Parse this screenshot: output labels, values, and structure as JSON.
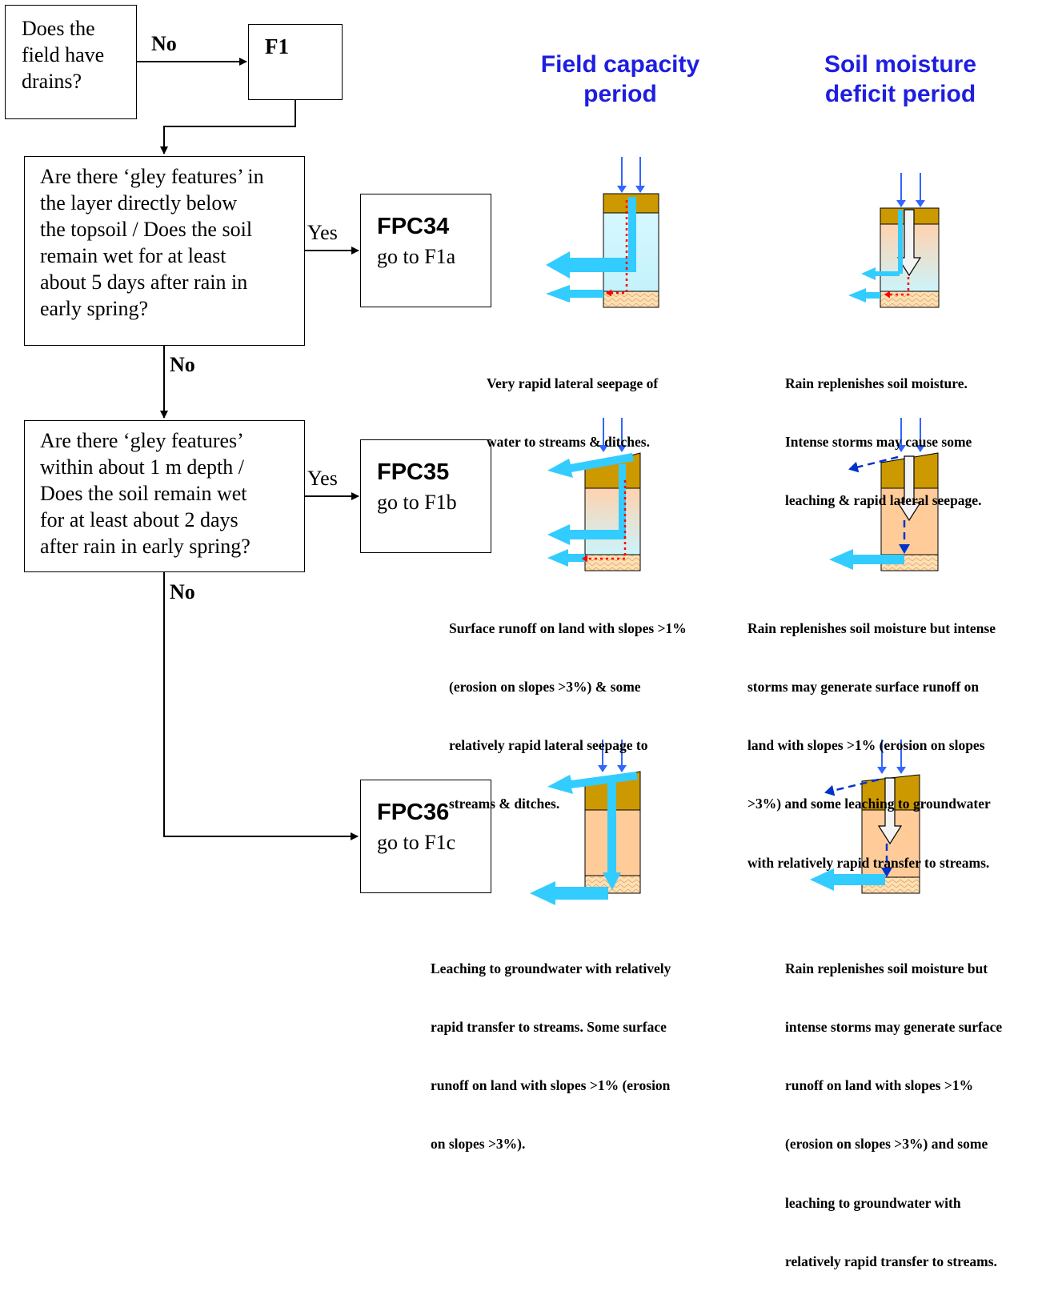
{
  "flow": {
    "q_drains": "Does the field have drains?",
    "q_drains_lines": [
      "Does the",
      "field have",
      "drains?"
    ],
    "no_label": "No",
    "yes_label": "Yes",
    "f1": "F1",
    "q_gley1_lines": [
      "Are there ‘gley features’ in",
      "the layer directly below",
      "the topsoil / Does the soil",
      "remain wet for at least",
      "about 5 days after rain in",
      "early spring?"
    ],
    "q_gley2_lines": [
      "Are there ‘gley features’",
      "within about 1 m depth /",
      "Does the soil remain wet",
      "for at least about 2 days",
      "after rain in early spring?"
    ]
  },
  "classes": [
    {
      "code": "FPC34",
      "go": "go to F1a"
    },
    {
      "code": "FPC35",
      "go": "go to F1b"
    },
    {
      "code": "FPC36",
      "go": "go to F1c"
    }
  ],
  "headers": {
    "field_capacity": [
      "Field capacity",
      "period"
    ],
    "soil_moisture": [
      "Soil moisture",
      "deficit period"
    ]
  },
  "captions": {
    "fc1": [
      "Very rapid lateral seepage of",
      "water to streams & ditches."
    ],
    "sm1": [
      "Rain replenishes soil moisture.",
      "Intense storms may cause some",
      "leaching & rapid lateral seepage."
    ],
    "fc2": [
      "Surface runoff on land with slopes >1%",
      "(erosion on slopes >3%) & some",
      "relatively rapid lateral seepage to",
      "streams & ditches."
    ],
    "sm2": [
      "Rain replenishes soil moisture but intense",
      "storms may generate surface runoff on",
      "land with slopes >1% (erosion on slopes",
      ">3%) and some leaching to groundwater",
      "with relatively rapid transfer to streams."
    ],
    "fc3": [
      "Leaching to groundwater with relatively",
      "rapid transfer to streams. Some surface",
      "runoff on land with slopes >1% (erosion",
      "on slopes >3%)."
    ],
    "sm3": [
      "Rain replenishes soil moisture but",
      "intense storms may generate surface",
      "runoff on land with slopes >1%",
      "(erosion on slopes >3%) and some",
      "leaching to groundwater with",
      "relatively rapid transfer to streams."
    ]
  },
  "colors": {
    "rain": "#3366ff",
    "lateral": "#33ccff",
    "tracer": "#ff0000",
    "topsoil": "#cc9900",
    "wet": "#ccffff",
    "dry": "#ffcc99",
    "substrate": "#ffe0b3",
    "header": "#1e1ee0"
  },
  "icons": [
    "rain-arrow-icon",
    "lateral-flow-arrow-icon",
    "leaching-arrow-icon"
  ]
}
